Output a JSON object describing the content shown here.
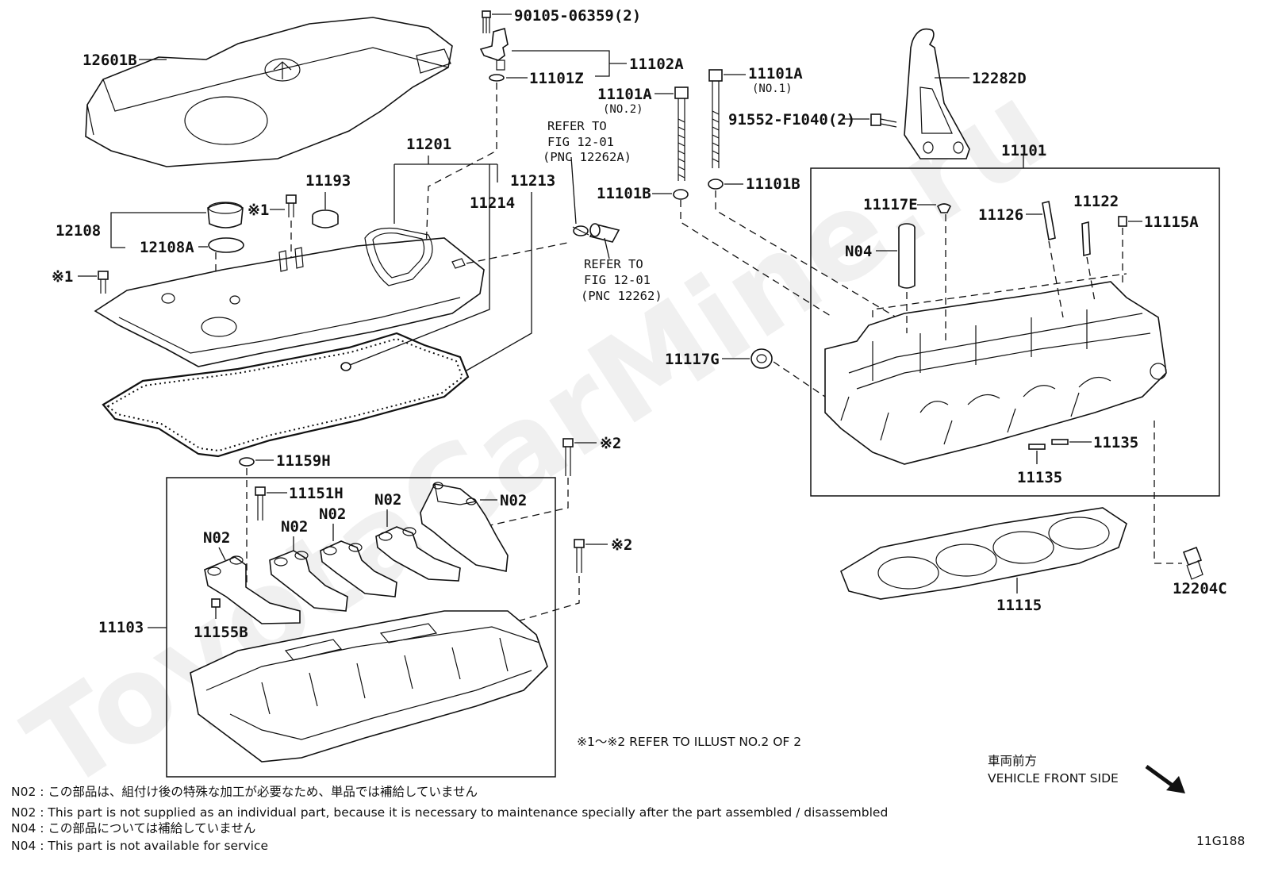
{
  "watermark": "ToyotaCarMine.ru",
  "labels": {
    "p12601B": "12601B",
    "p90105": "90105-06359(2)",
    "p11102A": "11102A",
    "p11101Z": "11101Z",
    "p11101A_no2": "11101A",
    "no2": "(NO.2)",
    "p11101A_no1": "11101A",
    "no1": "(NO.1)",
    "p12282D": "12282D",
    "p91552": "91552-F1040(2)",
    "p11201": "11201",
    "p11193": "11193",
    "p11213": "11213",
    "p11214": "11214",
    "p12108": "12108",
    "p12108A": "12108A",
    "mark1a": "※1",
    "mark1b": "※1",
    "p11101B_a": "11101B",
    "p11101B_b": "11101B",
    "p11101": "11101",
    "p11117E": "11117E",
    "p11126": "11126",
    "p11122": "11122",
    "p11115A": "11115A",
    "pN04": "N04",
    "p11117G": "11117G",
    "p11135a": "11135",
    "p11135b": "11135",
    "p11159H": "11159H",
    "mark2a": "※2",
    "mark2b": "※2",
    "p11151H": "11151H",
    "pN02a": "N02",
    "pN02b": "N02",
    "pN02c": "N02",
    "pN02d": "N02",
    "pN02e": "N02",
    "p11103": "11103",
    "p11155B": "11155B",
    "p11115": "11115",
    "p12204C": "12204C",
    "ref1_l1": "REFER TO",
    "ref1_l2": "FIG 12-01",
    "ref1_l3": "(PNC 12262A)",
    "ref2_l1": "REFER TO",
    "ref2_l2": "FIG 12-01",
    "ref2_l3": "(PNC 12262)",
    "illust_ref": "※1～※2  REFER TO ILLUST NO.2 OF 2",
    "front_jp": "車両前方",
    "front_en": "VEHICLE FRONT SIDE",
    "fig_code": "11G188"
  },
  "notes": [
    "N02 : この部品は、組付け後の特殊な加工が必要なため、単品では補給していません",
    "N02 : This part is not supplied as an individual part, because it is necessary to maintenance specially after the part assembled / disassembled",
    "N04 : この部品については補給していません",
    "N04 : This part is not available for service"
  ]
}
